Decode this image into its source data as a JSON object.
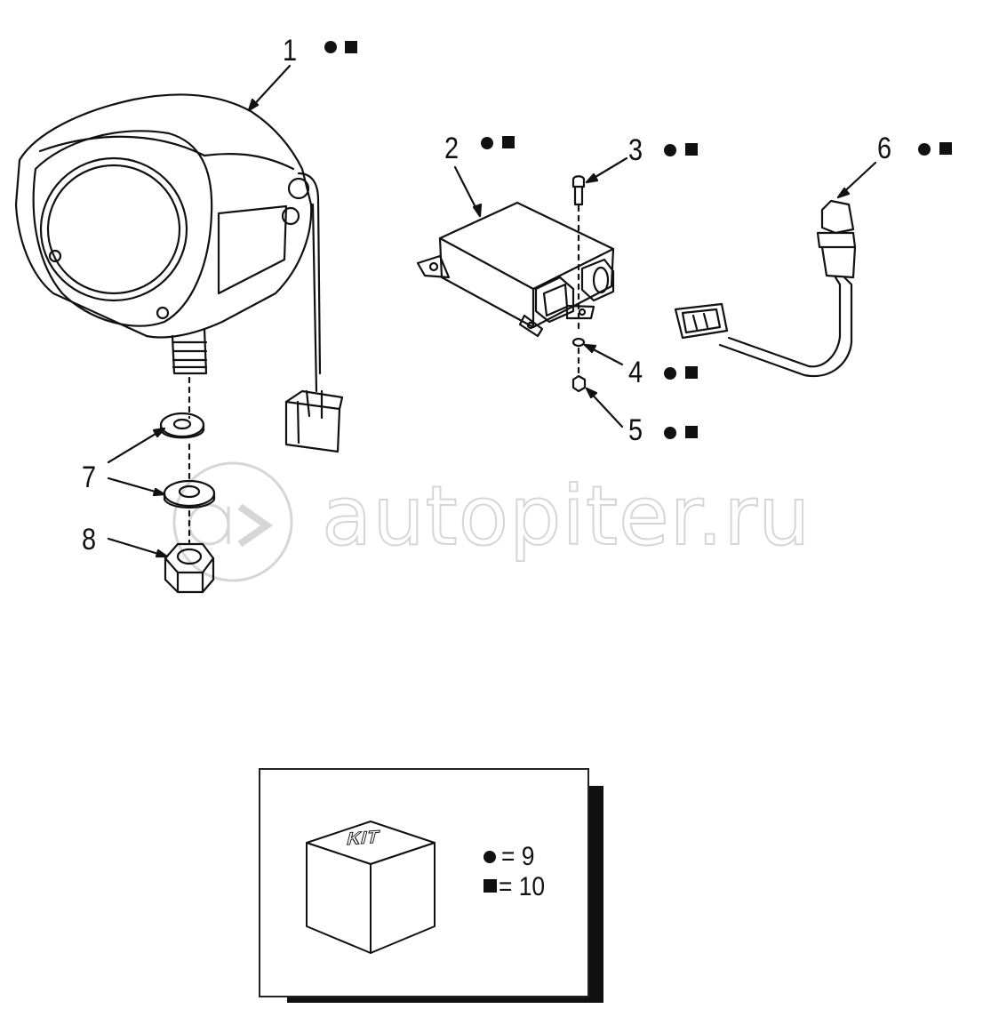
{
  "callouts": [
    {
      "id": "1",
      "label": "1"
    },
    {
      "id": "2",
      "label": "2"
    },
    {
      "id": "3",
      "label": "3"
    },
    {
      "id": "4",
      "label": "4"
    },
    {
      "id": "5",
      "label": "5"
    },
    {
      "id": "6",
      "label": "6"
    },
    {
      "id": "7",
      "label": "7"
    },
    {
      "id": "8",
      "label": "8"
    }
  ],
  "kit": {
    "cube_label": "KIT",
    "legend": [
      {
        "symbol": "circle",
        "text": "= 9"
      },
      {
        "symbol": "square",
        "text": "= 10"
      }
    ]
  },
  "watermark": {
    "text": "autopiter.ru"
  },
  "colors": {
    "line": "#111111",
    "watermark_outline": "#d6d6d6",
    "shadow": "#111111"
  }
}
